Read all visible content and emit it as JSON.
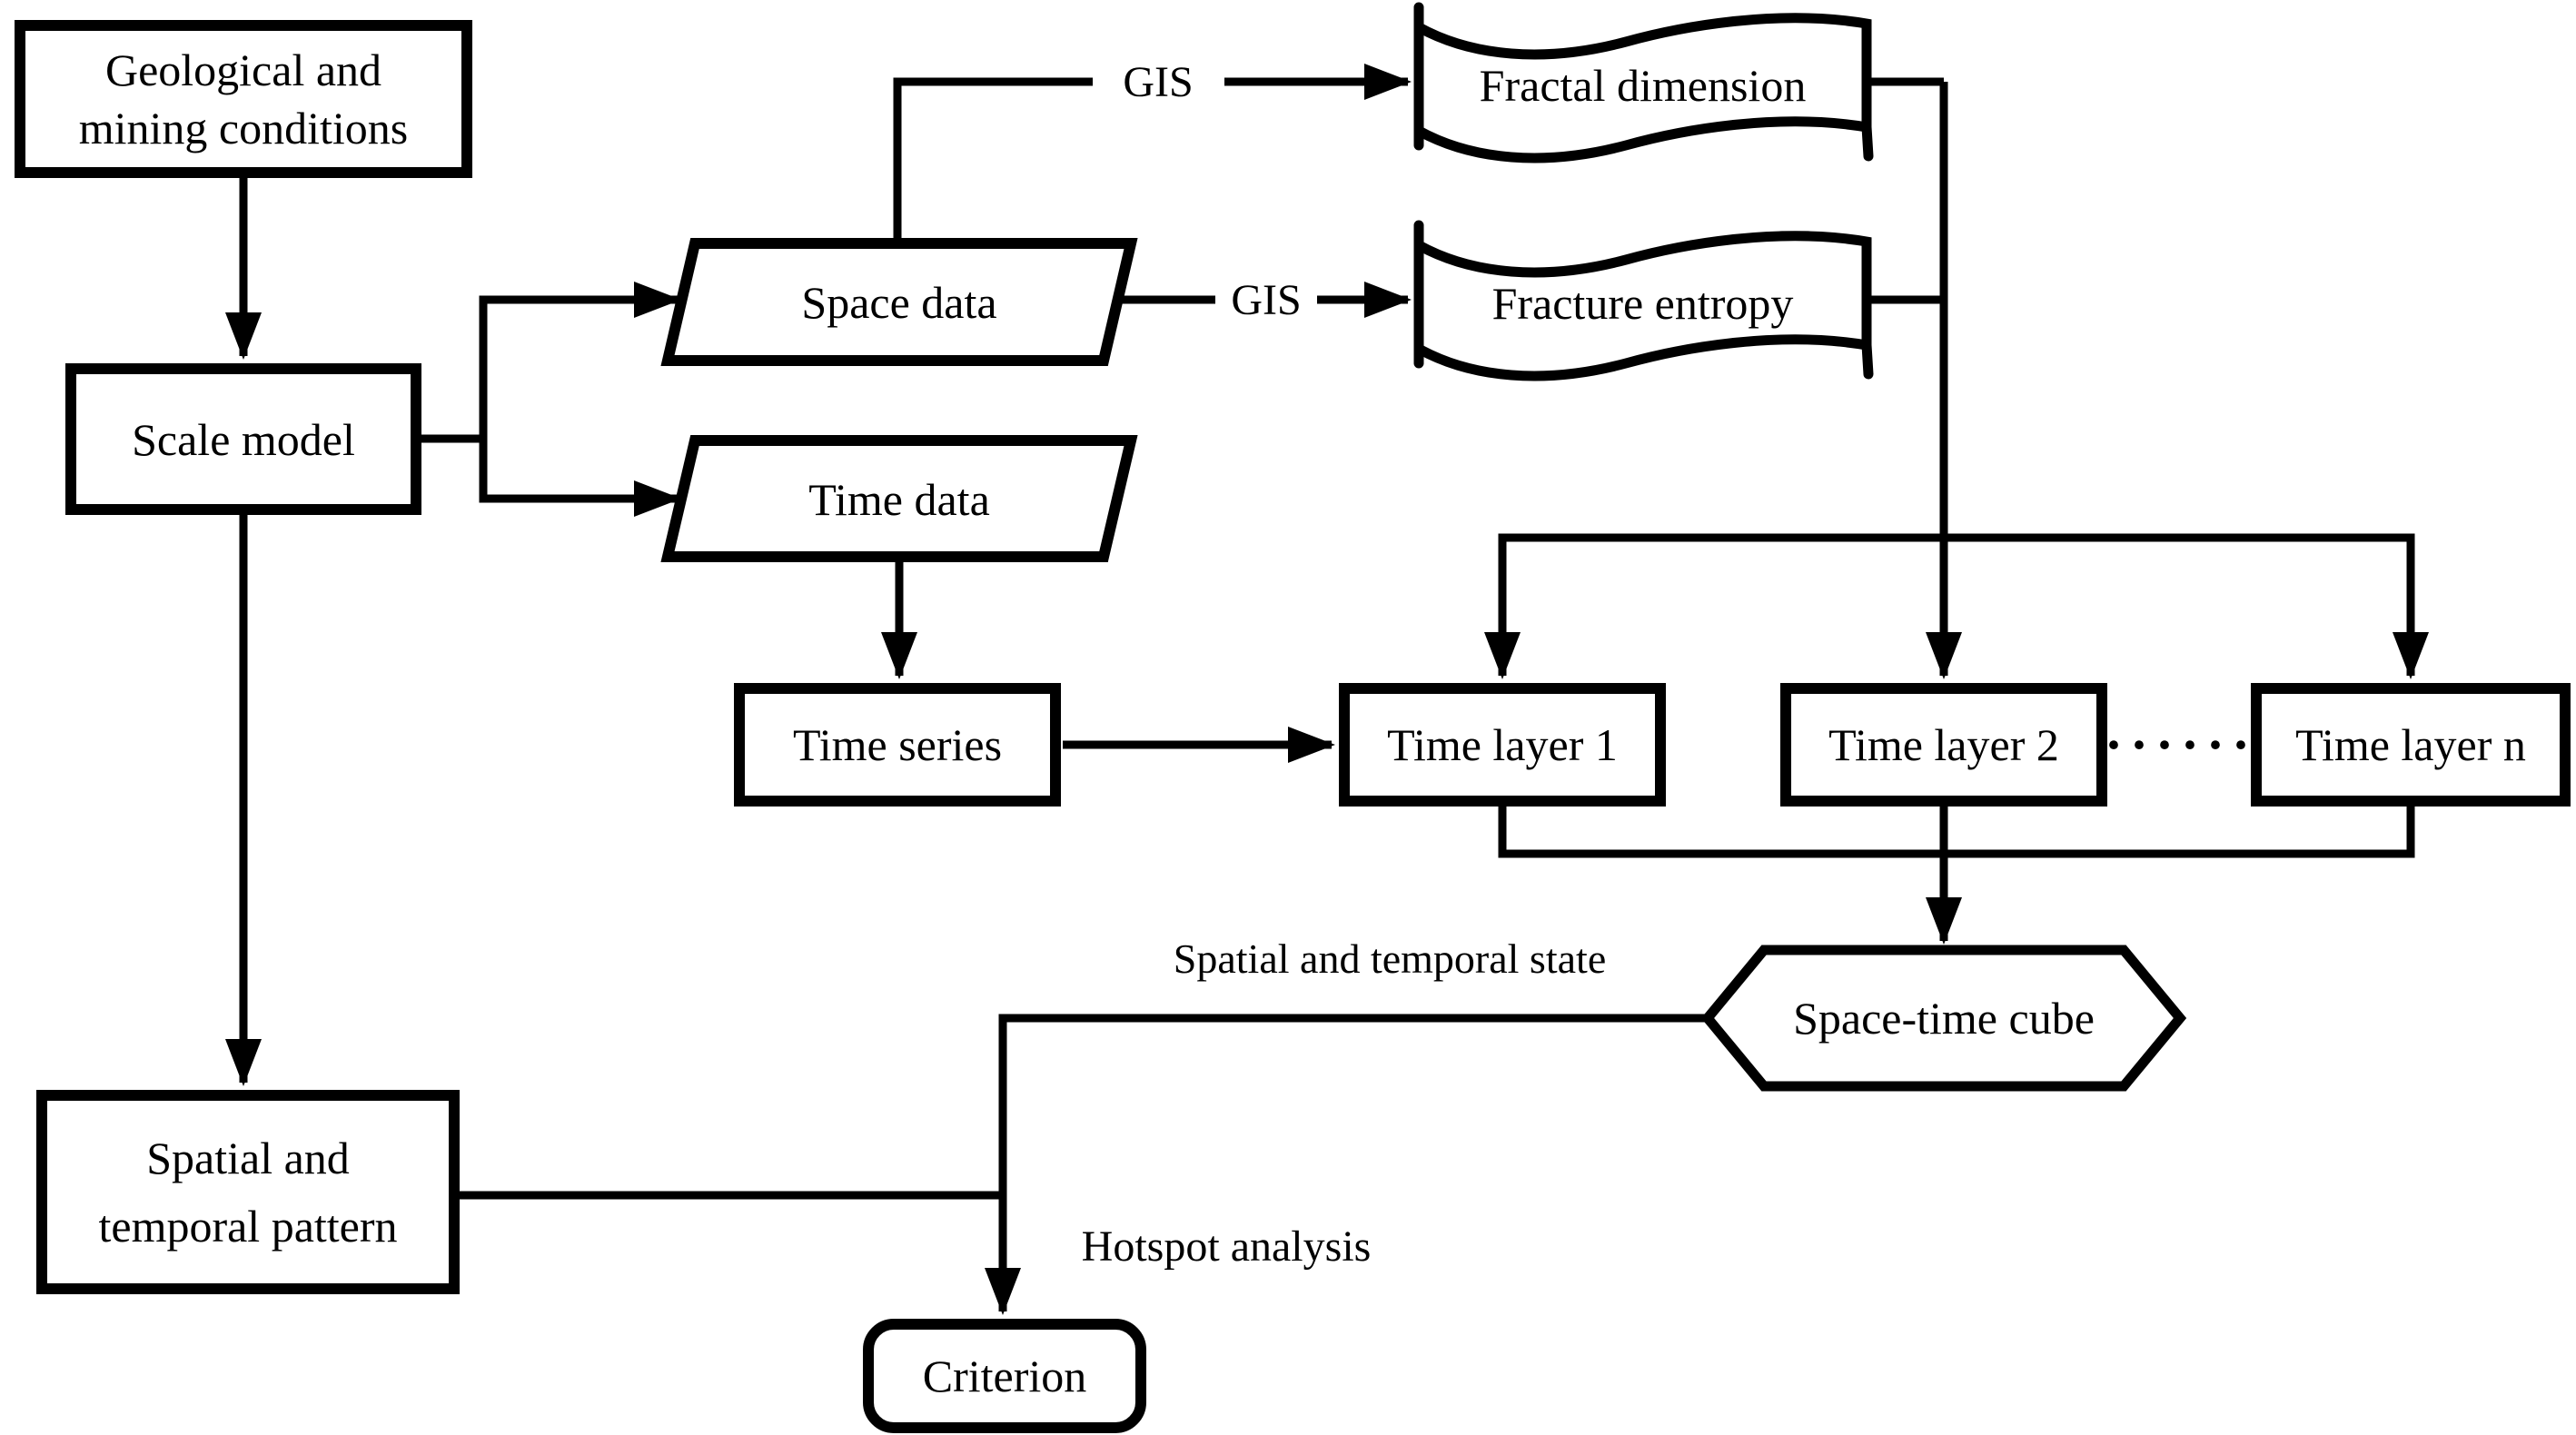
{
  "diagram": {
    "type": "flowchart",
    "colors": {
      "line": "#000000",
      "fill": "#ffffff",
      "text": "#000000"
    },
    "nodes": {
      "geological": {
        "label": "Geological and\nmining conditions",
        "shape": "rectangle"
      },
      "scale_model": {
        "label": "Scale model",
        "shape": "rectangle"
      },
      "space_data": {
        "label": "Space data",
        "shape": "parallelogram"
      },
      "time_data": {
        "label": "Time data",
        "shape": "parallelogram"
      },
      "fractal_dimension": {
        "label": "Fractal dimension",
        "shape": "tape"
      },
      "fracture_entropy": {
        "label": "Fracture entropy",
        "shape": "tape"
      },
      "time_series": {
        "label": "Time series",
        "shape": "rectangle"
      },
      "time_layer_1": {
        "label": "Time layer 1",
        "shape": "rectangle"
      },
      "time_layer_2": {
        "label": "Time layer 2",
        "shape": "rectangle"
      },
      "time_layer_n": {
        "label": "Time layer n",
        "shape": "rectangle"
      },
      "space_time_cube": {
        "label": "Space-time cube",
        "shape": "hexagon"
      },
      "spatial_temporal_pattern": {
        "label": "Spatial and\ntemporal pattern",
        "shape": "rectangle"
      },
      "criterion": {
        "label": "Criterion",
        "shape": "rounded-rectangle"
      }
    },
    "edge_labels": {
      "gis_to_fractal": "GIS",
      "gis_to_entropy": "GIS",
      "spatial_temporal_state": "Spatial and temporal state",
      "hotspot_analysis": "Hotspot analysis",
      "time_layer_ellipsis": "······"
    },
    "edges": [
      "Geological and mining conditions -> Scale model",
      "Scale model -> Space data",
      "Scale model -> Time data",
      "Space data -(GIS)-> Fractal dimension",
      "Space data -(GIS)-> Fracture entropy",
      "Fractal dimension & Fracture entropy -> Time layer 1 / Time layer 2 / Time layer n",
      "Time data -> Time series",
      "Time series -> Time layer 1",
      "Time layers -> Space-time cube",
      "Space-time cube -(Spatial and temporal state)-> Criterion",
      "Scale model -> Spatial and temporal pattern",
      "Spatial and temporal pattern -(Hotspot analysis)-> Criterion"
    ]
  }
}
